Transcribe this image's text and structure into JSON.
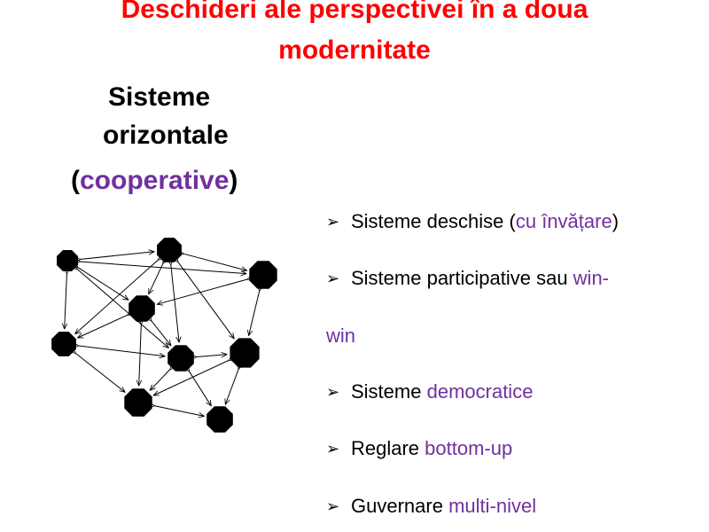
{
  "title": {
    "line1": "Deschideri ale perspectivei în a doua",
    "line2": "modernitate"
  },
  "heading": {
    "line1": "Sisteme",
    "line2": "orizontale",
    "open_paren": "(",
    "keyword": "cooperative",
    "close_paren": ")"
  },
  "bullets": {
    "marker": "➢",
    "item1": {
      "prefix": "Sisteme deschise (",
      "highlight": "cu învățare",
      "suffix": ")"
    },
    "item2": {
      "prefix": "Sisteme participative sau ",
      "highlight": "win-",
      "continuation": "win"
    },
    "item3": {
      "prefix": "Sisteme ",
      "highlight": "democratice"
    },
    "item4": {
      "prefix": "Reglare ",
      "highlight": "bottom-up"
    },
    "item5": {
      "prefix": "Guvernare ",
      "highlight": "multi-nivel"
    }
  },
  "colors": {
    "title": "#ff0000",
    "highlight": "#7030a0",
    "node": "#000000"
  }
}
